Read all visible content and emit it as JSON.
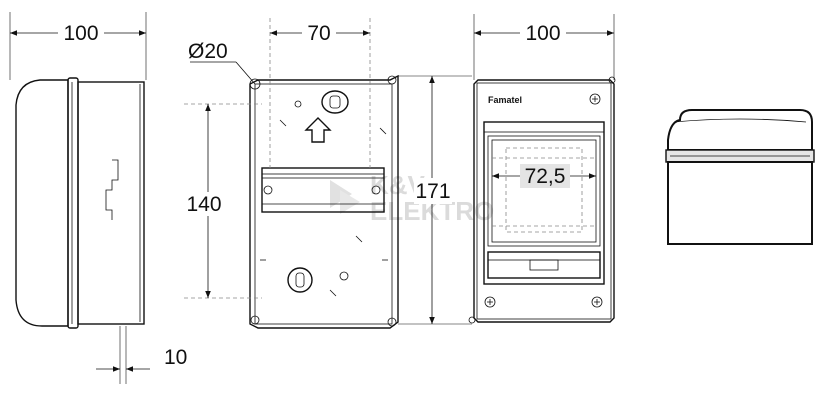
{
  "dimensions": {
    "side_depth": "100",
    "front_width": "70",
    "knockout_diameter": "Ø20",
    "rail_height": "140",
    "total_height": "171",
    "door_width": "100",
    "window_width": "72,5",
    "cover_depth": "10"
  },
  "brand_label": "Famatel",
  "watermark": {
    "line1": "K&V",
    "line2": "ELEKTRO"
  }
}
